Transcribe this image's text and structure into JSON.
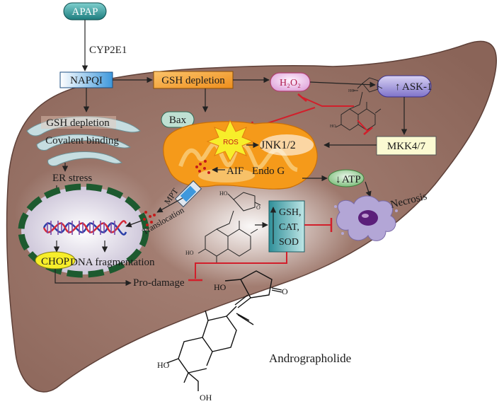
{
  "nodes": {
    "apap": "APAP",
    "cyp2e1": "CYP2E1",
    "napqi": "NAPQI",
    "gsh_depletion_box": "GSH depletion",
    "h2o2": "H₂O₂",
    "ask1": "ASK-1",
    "mkk47": "MKK4/7",
    "jnk12": "JNK1/2",
    "bax": "Bax",
    "ros": "ROS",
    "aif": "AIF",
    "endo_g": "Endo G",
    "atp": "ATP",
    "necrosis": "Necrosis",
    "gsh_depletion_er": "GSH depletion",
    "covalent_binding": "Covalent binding",
    "er_stress": "ER stress",
    "mpt": "MPT",
    "translocation": "Translocation",
    "chop": "CHOP",
    "dna_fragmentation": "DNA fragmentation",
    "pro_damage": "Pro-damage",
    "antioxidants": [
      "GSH,",
      "CAT,",
      "SOD"
    ],
    "andrographolide": "Andrographolide"
  },
  "colors": {
    "liver": "#9a7467",
    "liver_edge": "#5e4038",
    "apap_fill": "#3a9b9b",
    "napqi_fill": "#4aa3e0",
    "gsh_fill": "#f5a030",
    "h2o2_fill": "#f3d8f2",
    "ask1_fill": "#9a90d8",
    "mkk_fill": "#fbfad2",
    "bax_fill": "#bfe0d2",
    "mito": "#f59a1a",
    "nucleus_ring": "#1d5a2f",
    "chop_fill": "#f7ee2a",
    "antiox_fill": "#4aa8b0",
    "inhibit": "#d21f2b"
  }
}
